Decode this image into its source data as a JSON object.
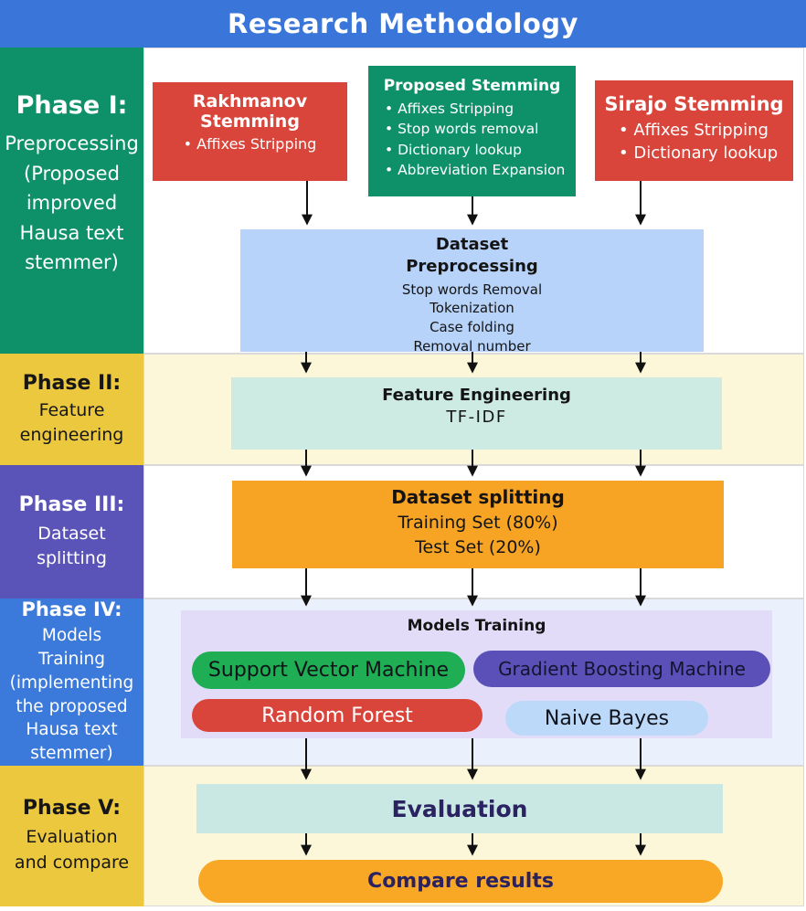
{
  "header": {
    "title": "Research Methodology"
  },
  "phases": [
    {
      "label": "Phase I:",
      "description": "Preprocessing (Proposed improved Hausa text stemmer)"
    },
    {
      "label": "Phase II:",
      "description": "Feature engineering"
    },
    {
      "label": "Phase III:",
      "description": "Dataset splitting"
    },
    {
      "label": "Phase IV:",
      "description": "Models Training (implementing the proposed Hausa text stemmer)"
    },
    {
      "label": "Phase V:",
      "description": "Evaluation and compare"
    }
  ],
  "stemmers": [
    {
      "title": "Rakhmanov Stemming",
      "items": [
        "Affixes Stripping"
      ]
    },
    {
      "title": "Proposed Stemming",
      "items": [
        "Affixes Stripping",
        "Stop words removal",
        "Dictionary lookup",
        "Abbreviation Expansion"
      ]
    },
    {
      "title": "Sirajo Stemming",
      "items": [
        "Affixes Stripping",
        "Dictionary lookup"
      ]
    }
  ],
  "preprocessing": {
    "title_line1": "Dataset",
    "title_line2": "Preprocessing",
    "items": [
      "Stop words Removal",
      "Tokenization",
      "Case folding",
      "Removal number"
    ]
  },
  "feature_engineering": {
    "title": "Feature Engineering",
    "method": "TF-IDF"
  },
  "dataset_splitting": {
    "title": "Dataset splitting",
    "lines": [
      "Training Set (80%)",
      "Test Set (20%)"
    ]
  },
  "models_training": {
    "title": "Models Training",
    "models": [
      "Support Vector Machine",
      "Gradient Boosting Machine",
      "Random Forest",
      "Naive Bayes"
    ]
  },
  "evaluation": {
    "label": "Evaluation"
  },
  "compare": {
    "label": "Compare results"
  },
  "colors": {
    "header-blue": "#3a75d9",
    "green": "#0e9168",
    "red": "#d9453a",
    "yellow": "#ecc83f",
    "purple": "#5a54b8",
    "blue": "#3b79da",
    "cream": "#fbf7d8",
    "pale-blue": "#ebf1fc",
    "light-blue": "#b8d3f9",
    "teal": "#cdeae3",
    "teal2": "#c9e8e4",
    "orange": "#f7a425",
    "orange2": "#f9a826",
    "lavender": "#e2dcf8",
    "pill-green": "#1fae53",
    "pill-purple": "#5a50b8",
    "pill-blue": "#bcd9f9",
    "navy": "#2a2261"
  }
}
